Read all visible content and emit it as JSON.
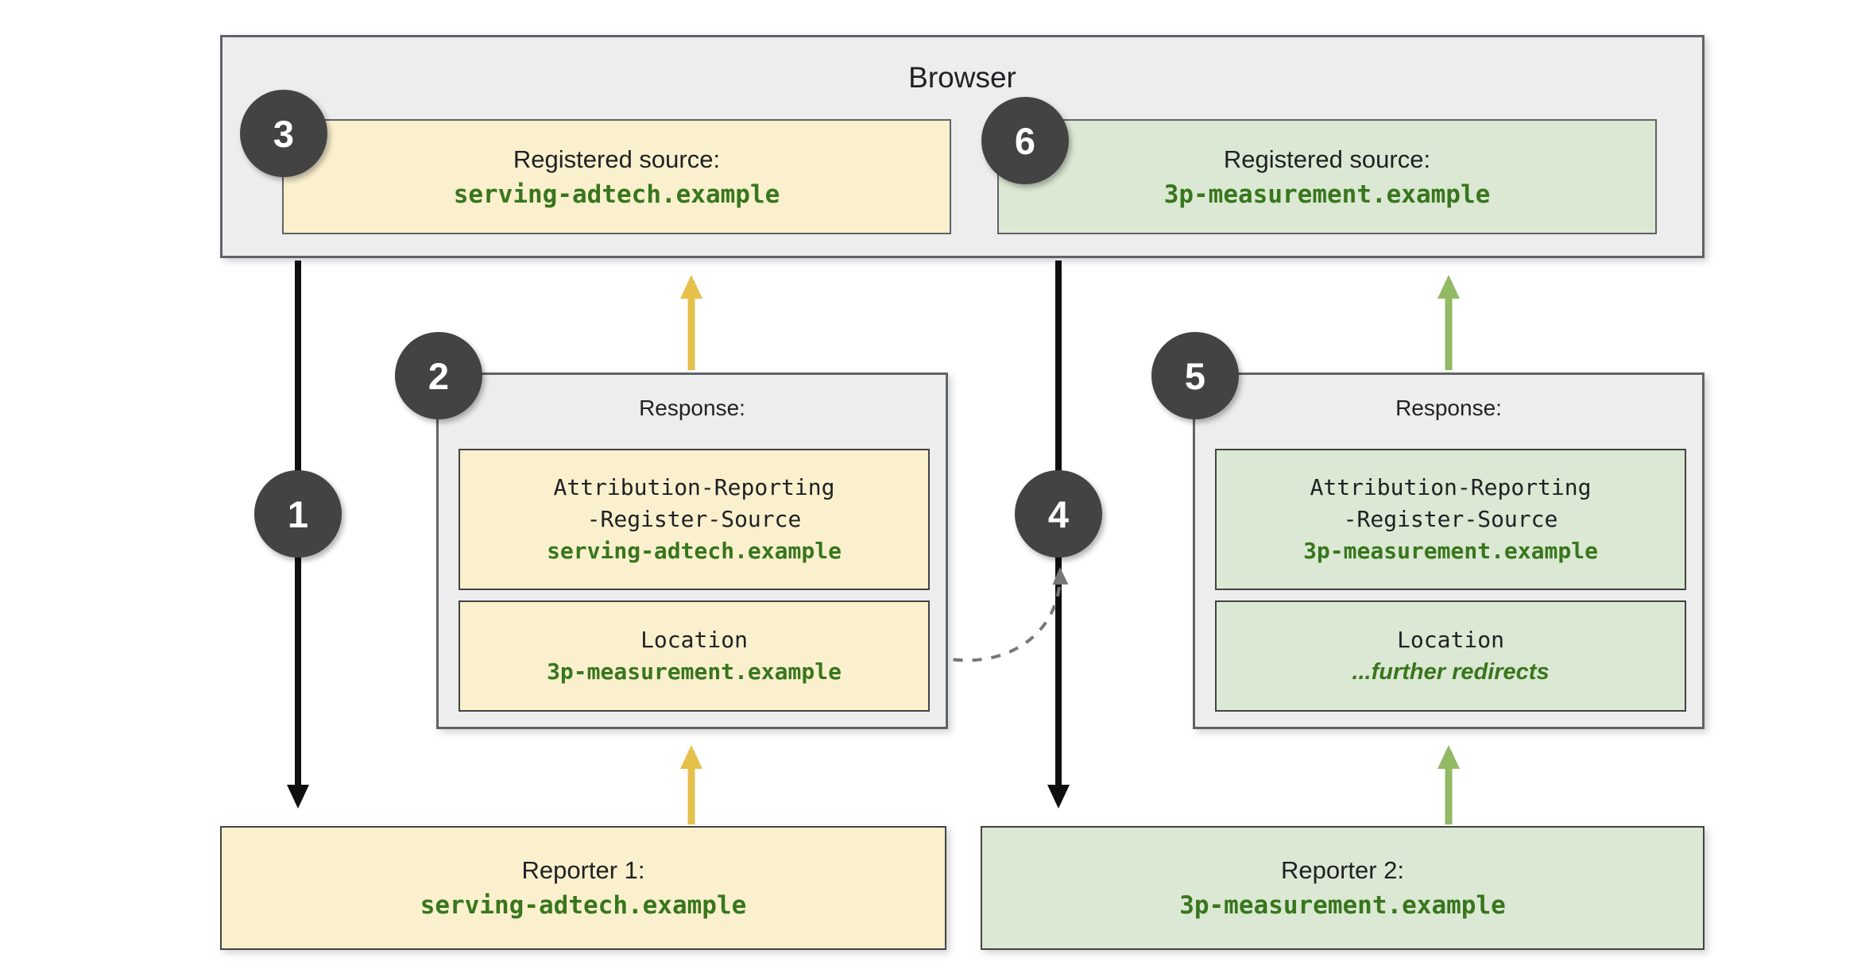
{
  "colors": {
    "yellow_fill": "#faf0cd",
    "green_fill": "#dbe8d3",
    "green_text": "#38761d",
    "gray_panel_fill": "#ededed",
    "panel_border": "#5f6368",
    "badge_fill": "#434343",
    "arrow_black": "#0f0f0f",
    "arrow_yellow": "#e5c04b",
    "arrow_green": "#93b964",
    "dashed_arrow_gray": "#777777"
  },
  "browser": {
    "title": "Browser",
    "sources": [
      {
        "badge": "3",
        "label": "Registered source:",
        "domain": "serving-adtech.example"
      },
      {
        "badge": "6",
        "label": "Registered source:",
        "domain": "3p-measurement.example"
      }
    ]
  },
  "responses": [
    {
      "badge": "2",
      "title": "Response:",
      "register_header_line1": "Attribution-Reporting",
      "register_header_line2": "-Register-Source",
      "register_value": "serving-adtech.example",
      "location_label": "Location",
      "location_value": "3p-measurement.example"
    },
    {
      "badge": "5",
      "title": "Response:",
      "register_header_line1": "Attribution-Reporting",
      "register_header_line2": "-Register-Source",
      "register_value": "3p-measurement.example",
      "location_label": "Location",
      "location_value": "...further redirects"
    }
  ],
  "reporters": [
    {
      "label": "Reporter 1:",
      "domain": "serving-adtech.example"
    },
    {
      "label": "Reporter 2:",
      "domain": "3p-measurement.example"
    }
  ],
  "flow_badges": [
    {
      "badge": "1"
    },
    {
      "badge": "4"
    }
  ]
}
